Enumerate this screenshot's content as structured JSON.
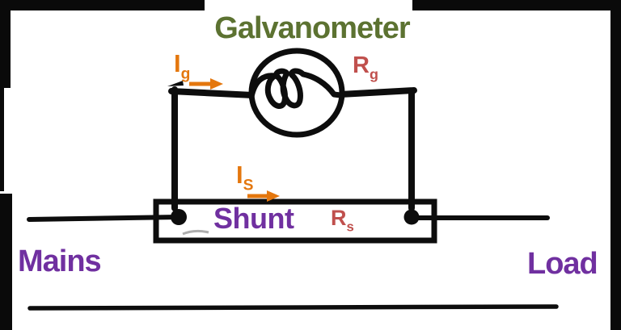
{
  "title": "Galvanometer",
  "labels": {
    "galvanometer_current": {
      "main": "I",
      "sub": "g"
    },
    "galvanometer_resistance": {
      "main": "R",
      "sub": "g"
    },
    "shunt_current": {
      "main": "I",
      "sub": "S"
    },
    "shunt_resistance": {
      "main": "R",
      "sub": "s"
    },
    "shunt": "Shunt",
    "mains": "Mains",
    "load": "Load"
  },
  "icons": {
    "galvanometer_symbol": "circle-with-coil",
    "ig_arrow": "right-arrow",
    "is_arrow": "right-arrow",
    "junction_dot": "filled-circle"
  },
  "colors": {
    "title_green": "#5c7231",
    "current_orange": "#e4770e",
    "resistance_red": "#c0504d",
    "label_purple": "#7030a0",
    "wire_black": "#0d0d0d"
  }
}
